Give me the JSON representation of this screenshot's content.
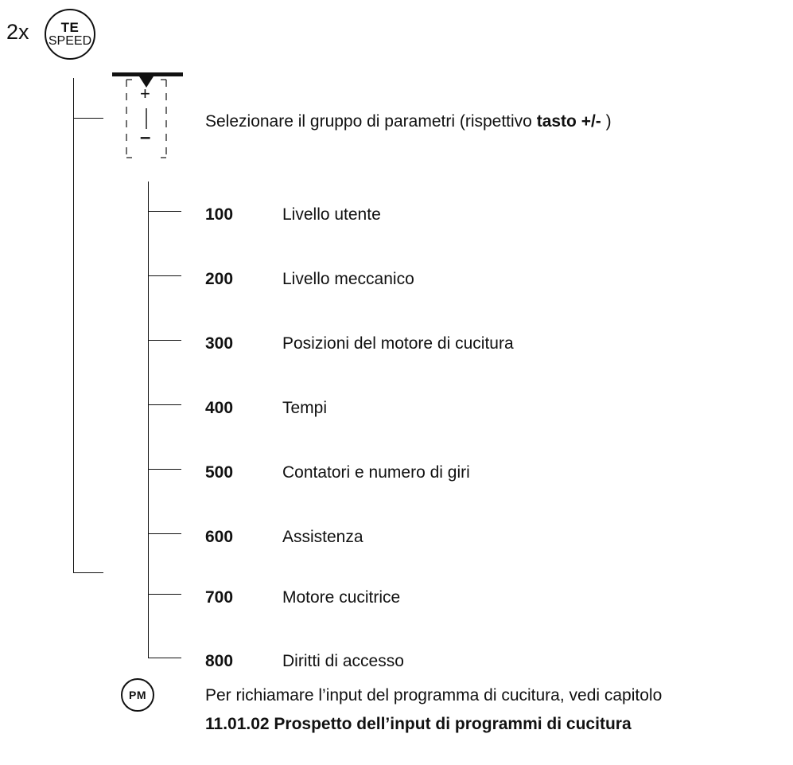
{
  "header": {
    "repeat": "2x",
    "te_key": {
      "line1": "TE",
      "line2": "SPEED"
    }
  },
  "display": {
    "plus_symbol": "+",
    "minus_symbol": "–"
  },
  "select_step": {
    "text": "Selezionare il gruppo di parametri (rispettivo ",
    "key": "tasto +/-",
    "suffix": " )"
  },
  "parameter_groups": [
    {
      "code": "100",
      "label": "Livello utente"
    },
    {
      "code": "200",
      "label": "Livello meccanico"
    },
    {
      "code": "300",
      "label": "Posizioni del motore di cucitura"
    },
    {
      "code": "400",
      "label": "Tempi"
    },
    {
      "code": "500",
      "label": "Contatori e numero di giri"
    },
    {
      "code": "600",
      "label": "Assistenza"
    },
    {
      "code": "700",
      "label": "Motore cucitrice"
    },
    {
      "code": "800",
      "label": "Diritti di accesso"
    }
  ],
  "pm_step": {
    "key": "PM",
    "line1": "Per richiamare l’input del programma di cucitura, vedi capitolo",
    "line2": "11.01.02 Prospetto dell’input di programmi di cucitura"
  }
}
